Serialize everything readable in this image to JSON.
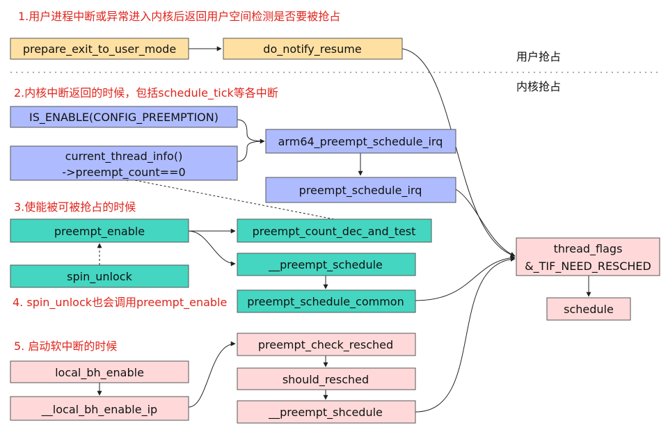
{
  "section_titles": {
    "s1": "1.用户进程中断或异常进入内核后返回用户空间检测是否要被抢占",
    "s2": "2.内核中断返回的时候，包括schedule_tick等各中断",
    "s3": "3.使能被可被抢占的时候",
    "s4": "4. spin_unlock也会调用preempt_enable",
    "s5": "5. 启动软中断的时候"
  },
  "zones": {
    "user": "用户抢占",
    "kernel": "内核抢占"
  },
  "colors": {
    "orange": "#ffe0a3",
    "blue": "#aebcff",
    "teal": "#44d6c1",
    "pink": "#ffd9d9",
    "red_text": "#e0241b"
  },
  "nodes": {
    "prepare_exit": "prepare_exit_to_user_mode",
    "do_notify": "do_notify_resume",
    "is_enable": "IS_ENABLE(CONFIG_PREEMPTION)",
    "cti_line1": "current_thread_info()",
    "cti_line2": "->preempt_count==0",
    "arm64_irq": "arm64_preempt_schedule_irq",
    "preempt_irq": "preempt_schedule_irq",
    "preempt_enable": "preempt_enable",
    "spin_unlock": "spin_unlock",
    "dec_and_test": "preempt_count_dec_and_test",
    "__preempt_schedule": "__preempt_schedule",
    "common": "preempt_schedule_common",
    "thread_flags_1": "thread_flags",
    "thread_flags_2": "&_TIF_NEED_RESCHED",
    "schedule": "schedule",
    "local_bh_enable": "local_bh_enable",
    "local_bh_enable_ip": "__local_bh_enable_ip",
    "check_resched": "preempt_check_resched",
    "should_resched": "should_resched",
    "shcedule": "__preempt_shcedule"
  }
}
